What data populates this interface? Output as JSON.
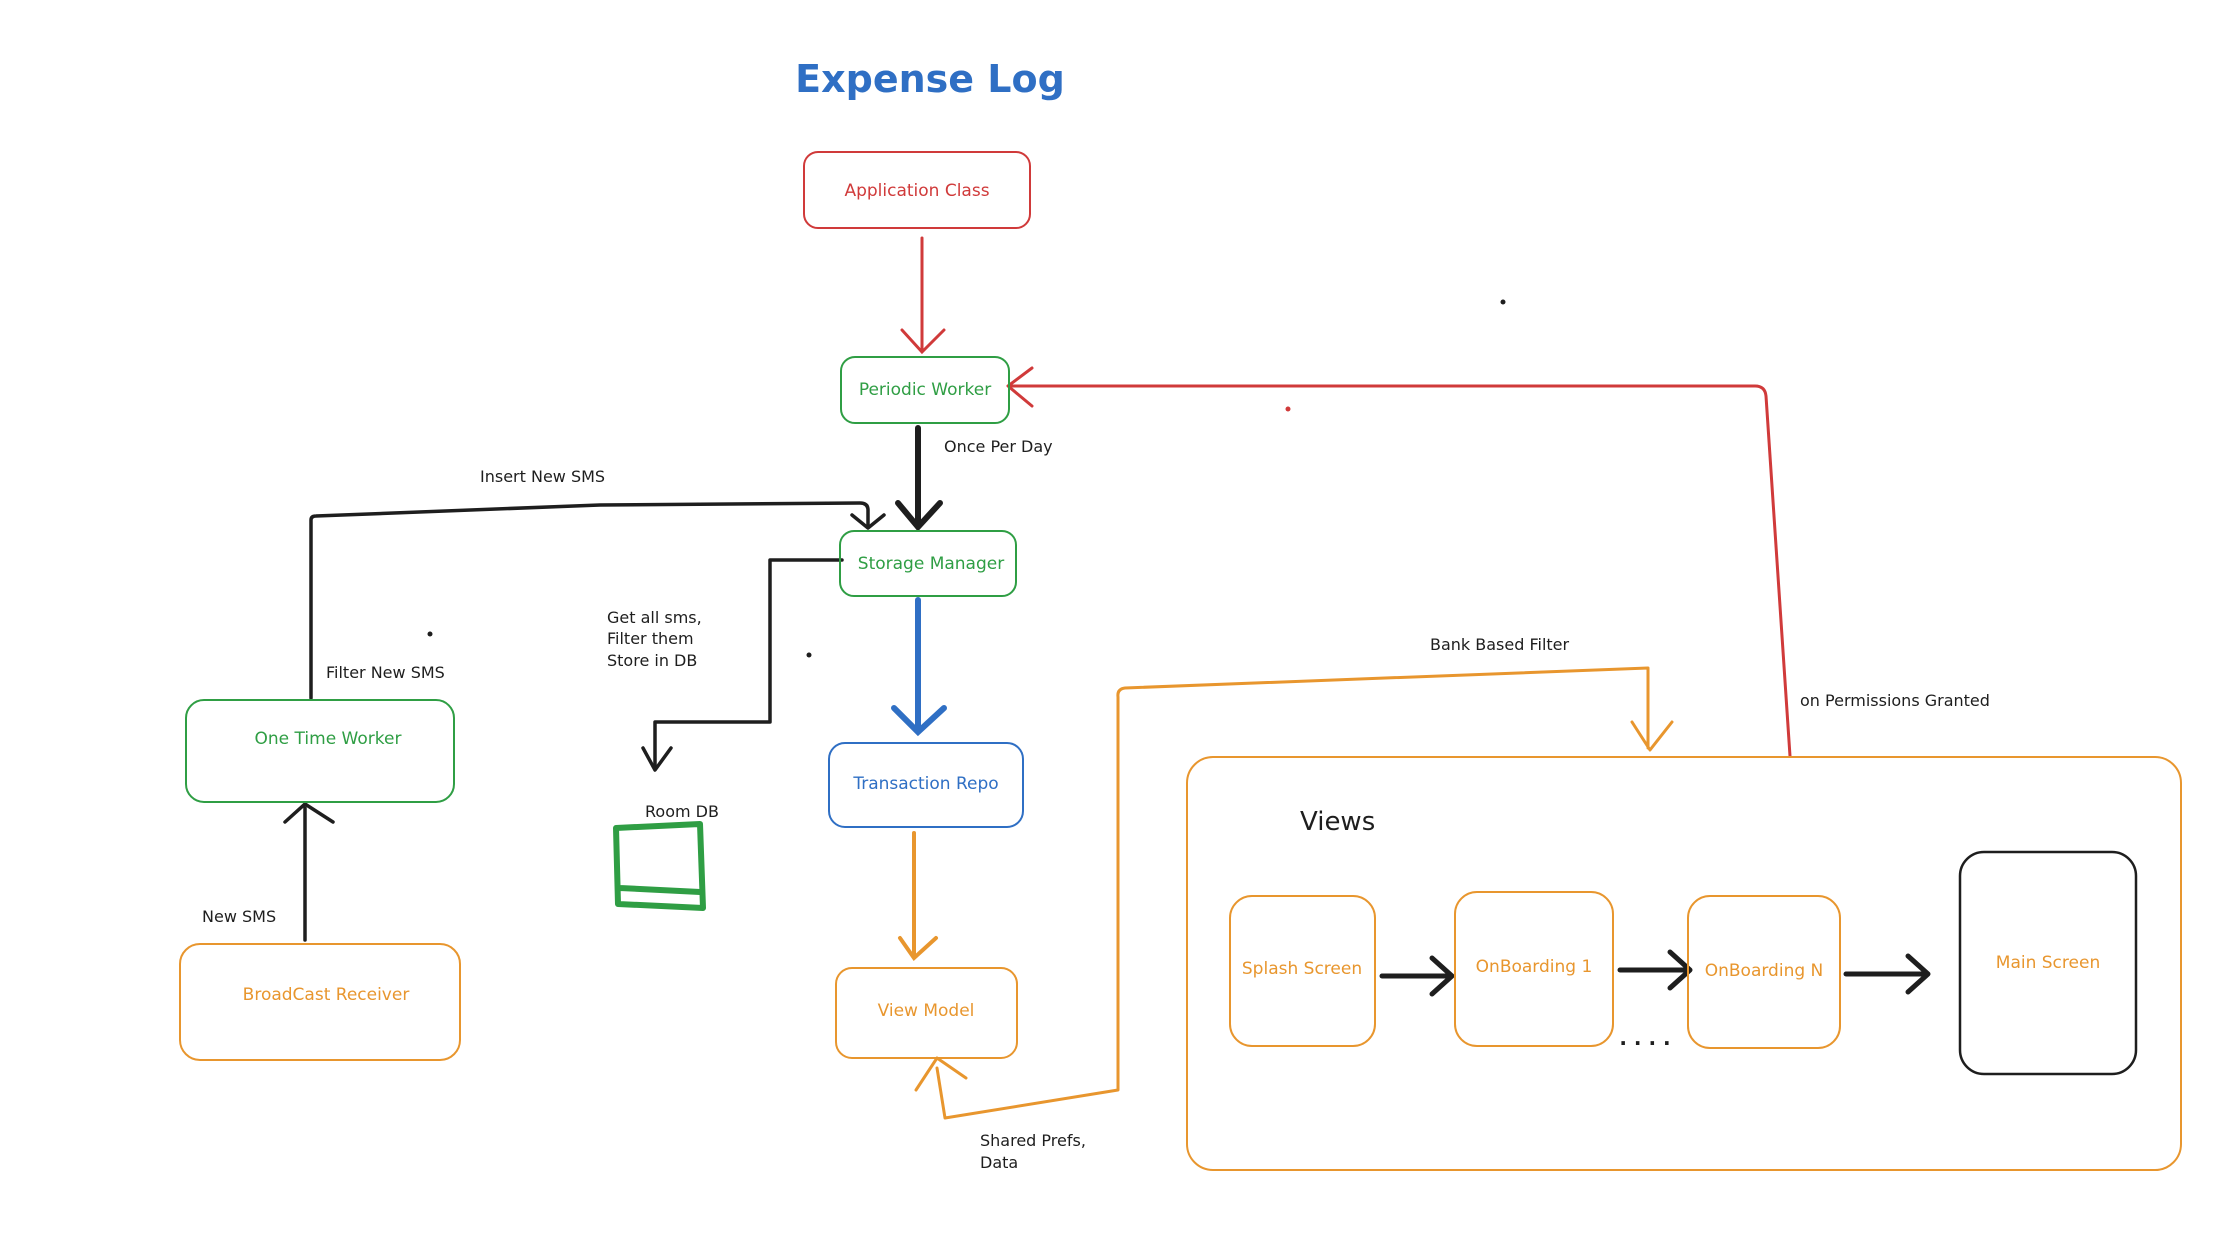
{
  "title": "Expense Log",
  "colors": {
    "red": "#d03a3a",
    "green": "#2f9e44",
    "blue": "#2f6fc4",
    "orange": "#e8962e",
    "black": "#1e1e1e"
  },
  "nodes": {
    "application_class": "Application Class",
    "periodic_worker": "Periodic Worker",
    "storage_manager": "Storage Manager",
    "transaction_repo": "Transaction Repo",
    "view_model": "View Model",
    "one_time_worker": "One Time Worker",
    "broadcast_receiver": "BroadCast Receiver",
    "room_db": "Room DB",
    "views": "Views",
    "splash_screen": "Splash Screen",
    "onboarding_1": "OnBoarding 1",
    "onboarding_n": "OnBoarding N",
    "main_screen": "Main Screen"
  },
  "edge_labels": {
    "once_per_day": "Once Per Day",
    "insert_new_sms": "Insert New SMS",
    "filter_new_sms": "Filter New SMS",
    "new_sms": "New SMS",
    "get_all_sms_1": "Get all sms,",
    "get_all_sms_2": "Filter them",
    "get_all_sms_3": "Store in DB",
    "bank_based_filter": "Bank Based Filter",
    "on_permissions_granted": "on Permissions Granted",
    "shared_prefs_1": "Shared Prefs,",
    "shared_prefs_2": "Data",
    "ellipsis": "· · · ·"
  }
}
